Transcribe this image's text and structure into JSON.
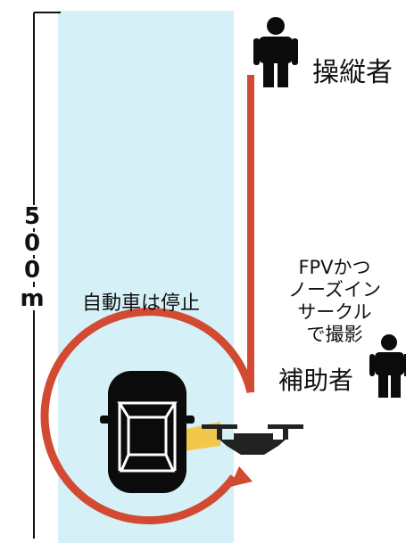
{
  "distance": {
    "digits": [
      "5",
      "0",
      "0",
      "m"
    ]
  },
  "labels": {
    "operator": "操縦者",
    "car_stopped": "自動車は停止",
    "fpv_lines": [
      "FPVかつ",
      "ノーズイン",
      "サークル",
      "で撮影"
    ],
    "assistant": "補助者"
  },
  "icons": [
    "person-icon",
    "car-icon",
    "drone-icon",
    "camera-cone-icon"
  ],
  "colors": {
    "road": "#d6f0f8",
    "path": "#d24a32",
    "car": "#0b0b0b",
    "camera_beam": "#f2c84c",
    "drone": "#222222"
  }
}
